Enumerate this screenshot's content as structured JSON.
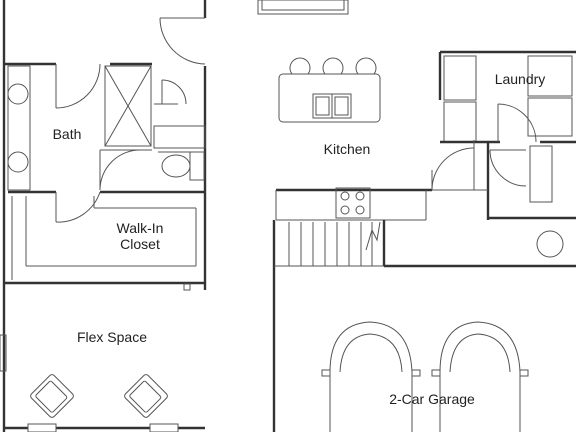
{
  "plan": {
    "rooms": [
      {
        "id": "bath",
        "label": "Bath"
      },
      {
        "id": "kitchen",
        "label": "Kitchen"
      },
      {
        "id": "laundry",
        "label": "Laundry"
      },
      {
        "id": "walk_in_closet",
        "label_line1": "Walk-In",
        "label_line2": "Closet"
      },
      {
        "id": "flex_space",
        "label": "Flex Space"
      },
      {
        "id": "garage",
        "label": "2-Car Garage"
      }
    ],
    "colors": {
      "wall": "#333333",
      "fixture": "#555555",
      "background": "#ffffff"
    }
  }
}
